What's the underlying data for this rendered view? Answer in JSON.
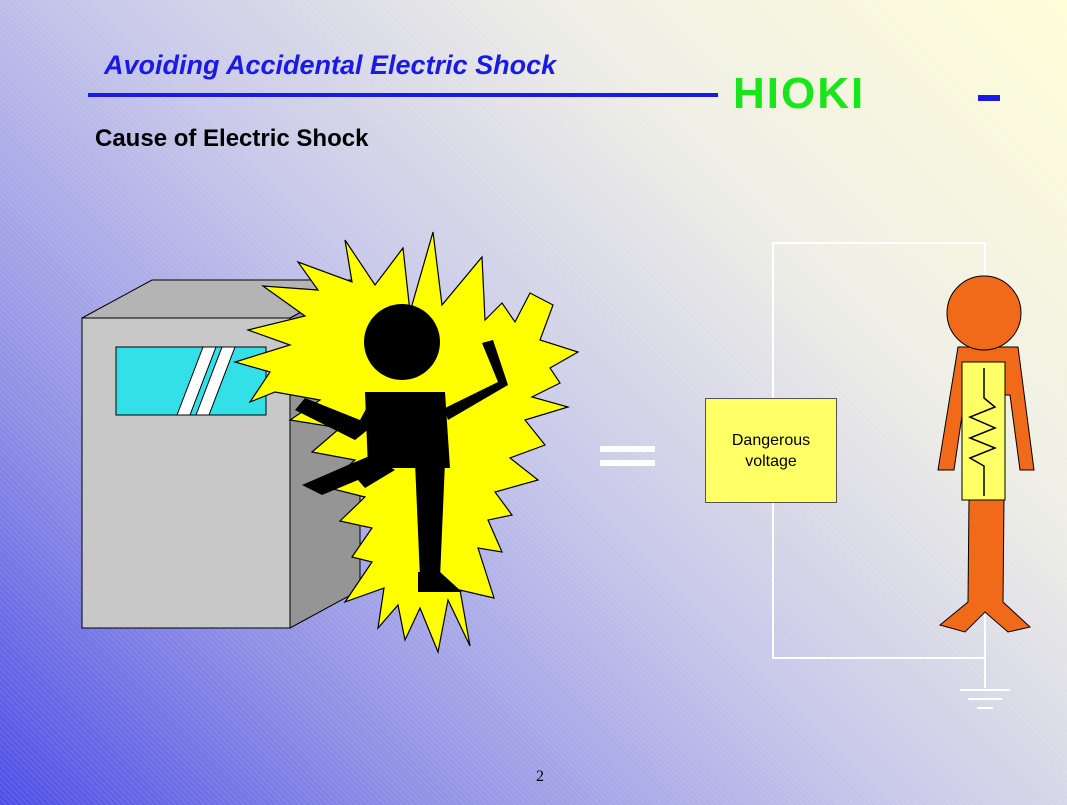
{
  "slide": {
    "title": "Avoiding Accidental Electric Shock",
    "logo": "HIOKI",
    "subtitle": "Cause of Electric Shock",
    "page_number": "2"
  },
  "diagram": {
    "equals_sign": "=",
    "voltage_box_label": "Dangerous voltage"
  },
  "colors": {
    "title_blue": "#1a1ae6",
    "logo_green": "#19e619",
    "flash_yellow": "#ffff00",
    "screen_cyan": "#33e0e8",
    "body_orange": "#f06a1a",
    "voltage_box": "#ffff66"
  }
}
